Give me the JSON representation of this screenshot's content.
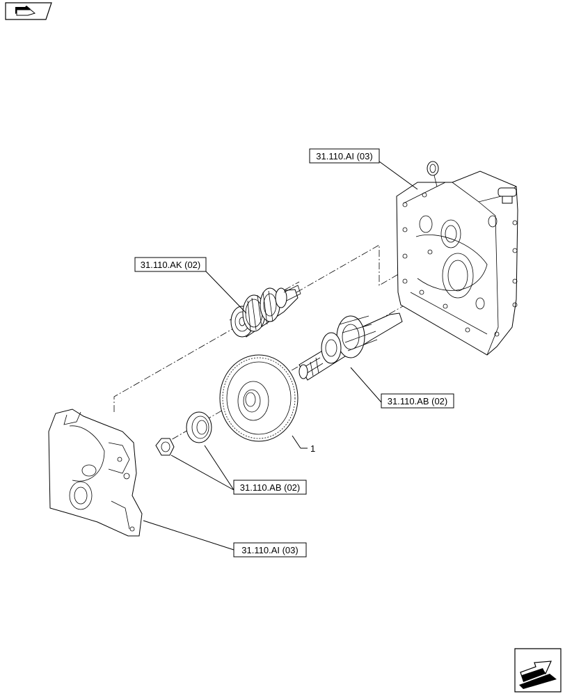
{
  "callouts": {
    "housing_top": "31.110.AI (03)",
    "shaft_gear": "31.110.AK (02)",
    "output_shaft": "31.110.AB (02)",
    "bearing_nut": "31.110.AB (02)",
    "housing_bottom": "31.110.AI (03)"
  },
  "item_number": "1",
  "icons": {
    "corner_top_left": "book-arrow-icon",
    "corner_bottom_right": "next-page-arrow-icon"
  }
}
